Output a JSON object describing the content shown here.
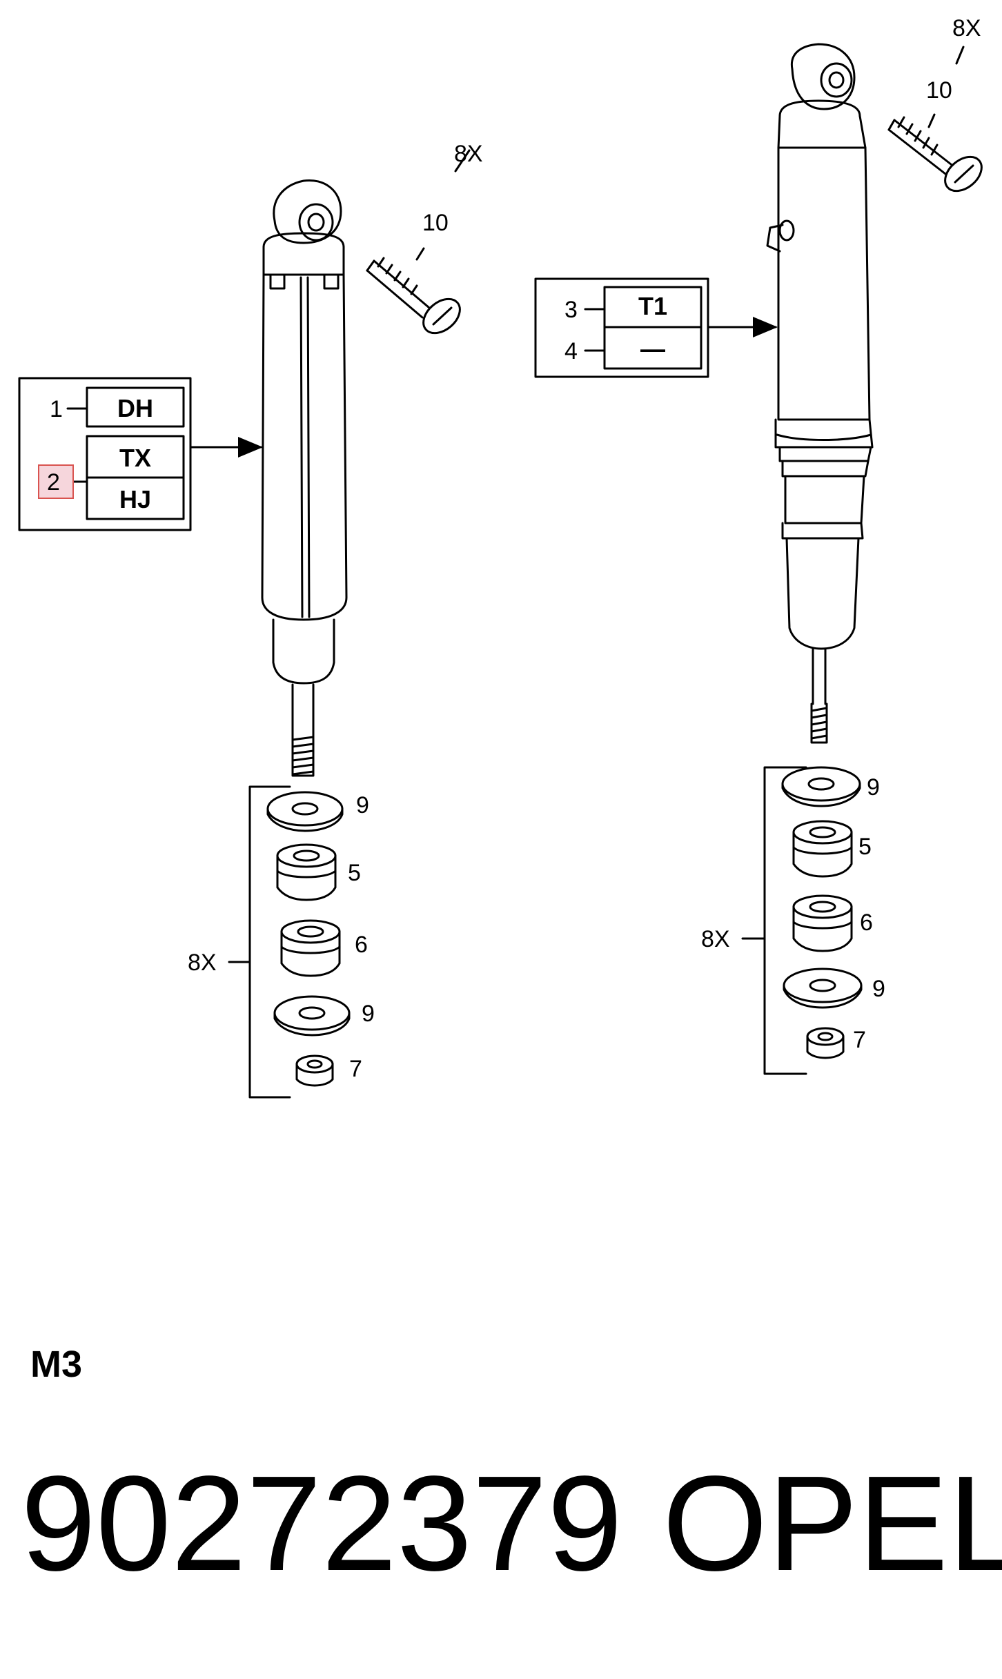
{
  "left_assembly": {
    "callouts": {
      "qty_bolt": "8X",
      "bolt": "10",
      "ref_1": "1",
      "ref_2": "2",
      "qty_kit": "8X",
      "washer_top": "9",
      "bush_upper": "5",
      "bush_lower": "6",
      "washer_bottom": "9",
      "nut": "7"
    },
    "code_box": {
      "row1": "DH",
      "row2": "TX",
      "row3": "HJ"
    }
  },
  "right_assembly": {
    "callouts": {
      "qty_bolt": "8X",
      "bolt": "10",
      "ref_3": "3",
      "ref_4": "4",
      "qty_kit": "8X",
      "washer_top": "9",
      "bush_upper": "5",
      "bush_lower": "6",
      "washer_bottom": "9",
      "nut": "7"
    },
    "code_box": {
      "row1": "T1",
      "row2": "—"
    }
  },
  "footer": {
    "section_code": "M3",
    "part_number": "90272379",
    "brand": "OPEL"
  },
  "colors": {
    "line": "#000000",
    "highlight_fill": "#f6d6dc",
    "highlight_stroke": "#d9534f"
  }
}
